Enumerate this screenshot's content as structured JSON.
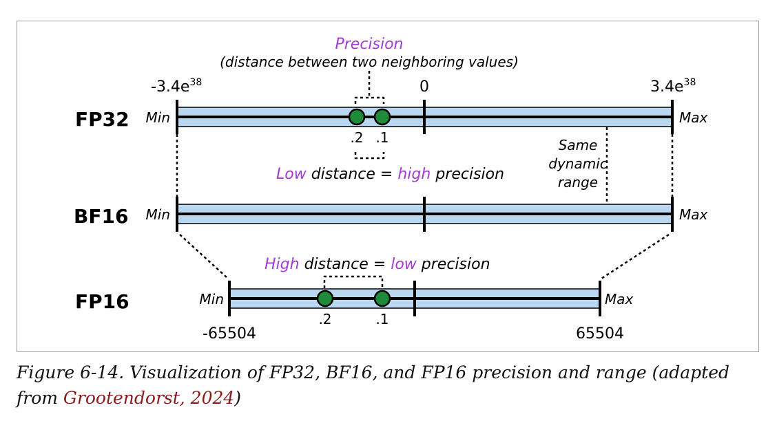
{
  "diagram": {
    "precision_title": "Precision",
    "precision_subtitle": "(distance between two neighboring values)",
    "fp32": {
      "name": "FP32",
      "min_label": "Min",
      "max_label": "Max",
      "min_value": "-3.4e",
      "min_exp": "38",
      "zero": "0",
      "max_value": "3.4e",
      "max_exp": "38",
      "point_left": ".2",
      "point_right": ".1"
    },
    "low_note": {
      "word1": "Low",
      "mid": " distance = ",
      "word2": "high",
      "end": " precision"
    },
    "range_note": [
      "Same",
      "dynamic",
      "range"
    ],
    "bf16": {
      "name": "BF16",
      "min_label": "Min",
      "max_label": "Max"
    },
    "high_note": {
      "word1": "High",
      "mid": " distance = ",
      "word2": "low",
      "end": " precision"
    },
    "fp16": {
      "name": "FP16",
      "min_label": "Min",
      "max_label": "Max",
      "min_value": "-65504",
      "max_value": "65504",
      "point_left": ".2",
      "point_right": ".1"
    },
    "colors": {
      "bar_fill": "#b9d7f0",
      "dot_fill": "#1f8a3a",
      "accent": "#a43bd6",
      "line": "#000000"
    }
  },
  "caption": {
    "text": "Figure 6-14. Visualization of FP32, BF16, and FP16 precision and range (adapted from",
    "link": "Grootendorst, 2024",
    "close": ")"
  }
}
